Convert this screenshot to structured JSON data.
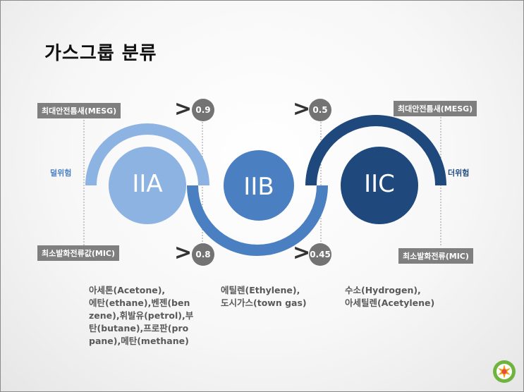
{
  "title": "가스그룹 분류",
  "tags": {
    "mesg_left": "최대안전틈새(MESG)",
    "mesg_right": "최대안전틈새(MESG)",
    "mic_left": "최소발화전류값(MIC)",
    "mic_right": "최소발화전류(MIC)"
  },
  "side": {
    "left": "덜위험",
    "right": "더위험"
  },
  "groups": [
    {
      "label": "IIA",
      "color": "#8db3e2"
    },
    {
      "label": "IIB",
      "color": "#4a7fc1"
    },
    {
      "label": "IIC",
      "color": "#1f497d"
    }
  ],
  "thresholds": {
    "mesg_1": "0.9",
    "mesg_2": "0.5",
    "mic_1": "0.8",
    "mic_2": "0.45",
    "symbol": ">"
  },
  "gases": {
    "iia": [
      "아세톤(Acetone),",
      "에탄(ethane),벤젠(ben",
      "zene),휘발유(petrol),부",
      "탄(butane),프로판(pro",
      "pane),메탄(methane)"
    ],
    "iib": [
      "에틸렌(Ethylene),",
      "도시가스(town gas)"
    ],
    "iic": [
      "수소(Hydrogen),",
      "아세틸렌(Acetylene)"
    ]
  },
  "colors": {
    "light": "#8db3e2",
    "mid": "#4a7fc1",
    "dark": "#1f497d",
    "gray": "#7f7f7f"
  },
  "icons": [
    "gt-icon",
    "logo-icon"
  ]
}
